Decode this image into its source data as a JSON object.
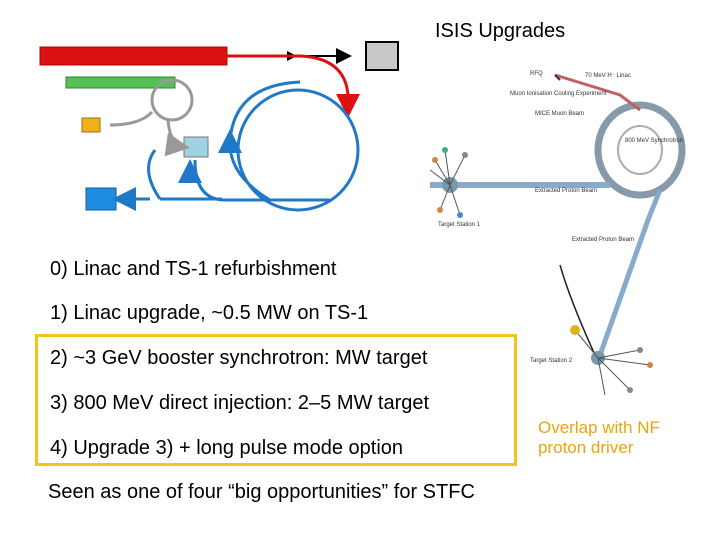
{
  "slide": {
    "title": "ISIS Upgrades",
    "items": [
      "0) Linac and TS-1 refurbishment",
      "1) Linac upgrade, ~0.5 MW on TS-1",
      "2) ~3 GeV booster synchrotron: MW target",
      "3) 800 MeV direct injection: 2–5 MW target",
      "4) Upgrade 3) + long pulse mode option"
    ],
    "note": "Overlap with NF proton driver",
    "footer": "Seen as one of four “big opportunities” for STFC"
  },
  "facility_map": {
    "labels": {
      "rfq": "RFQ",
      "linac": "70 MeV H⁻ Linac",
      "muon_station": "Muon Ionisation Cooling Experiment",
      "mice_beam": "MICE Muon Beam",
      "synchrotron": "800 MeV Synchrotron",
      "extracted_beam": "Extracted Proton Beam",
      "target_station_1": "Target Station 1",
      "target_station_2": "Target Station 2"
    }
  },
  "colors": {
    "linac_red": "#dd1111",
    "green": "#55c055",
    "orange": "#f0b01a",
    "blue": "#1f78c8",
    "ring_gray": "#999999",
    "highlight": "#f2c418",
    "note": "#e8a317"
  }
}
